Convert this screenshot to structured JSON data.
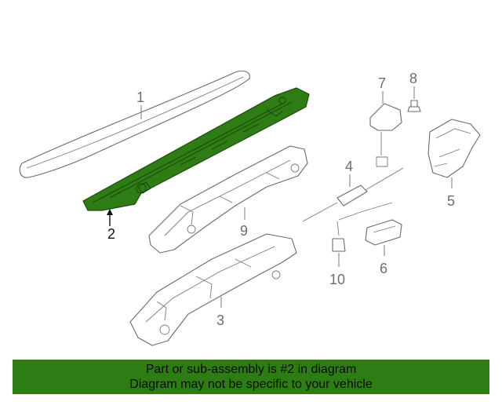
{
  "diagram": {
    "callouts": [
      {
        "id": "1",
        "label": "1",
        "highlighted": false
      },
      {
        "id": "2",
        "label": "2",
        "highlighted": true
      },
      {
        "id": "3",
        "label": "3",
        "highlighted": false
      },
      {
        "id": "4",
        "label": "4",
        "highlighted": false
      },
      {
        "id": "5",
        "label": "5",
        "highlighted": false
      },
      {
        "id": "6",
        "label": "6",
        "highlighted": false
      },
      {
        "id": "7",
        "label": "7",
        "highlighted": false
      },
      {
        "id": "8",
        "label": "8",
        "highlighted": false
      },
      {
        "id": "9",
        "label": "9",
        "highlighted": false
      },
      {
        "id": "10",
        "label": "10",
        "highlighted": false
      }
    ],
    "highlight_color": "#2e7d14"
  },
  "banner": {
    "line1": "Part or sub-assembly is #2 in diagram",
    "line2": "Diagram may not be specific to your vehicle"
  }
}
